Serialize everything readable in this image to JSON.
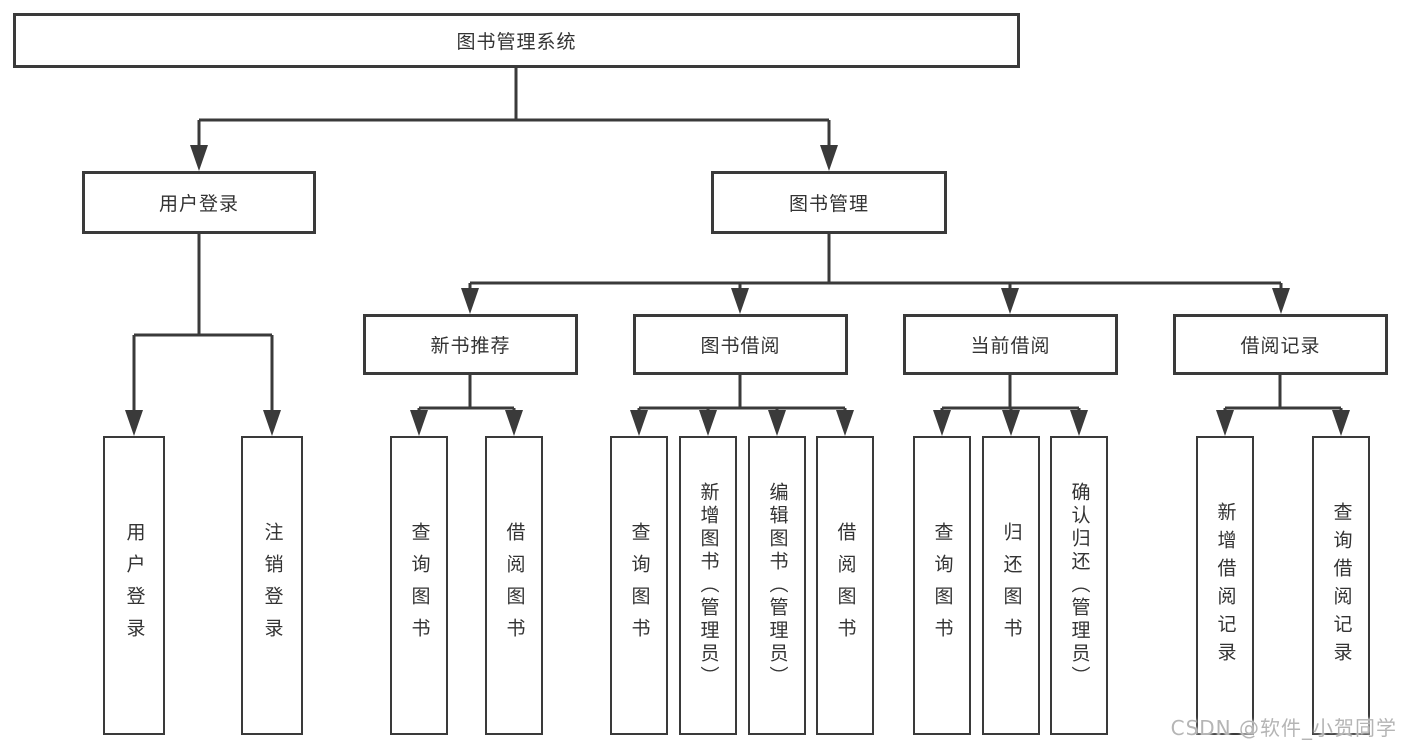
{
  "tree": {
    "root": {
      "label": "图书管理系统",
      "children": [
        {
          "label": "用户登录",
          "children": [
            {
              "label": "用户登录"
            },
            {
              "label": "注销登录"
            }
          ]
        },
        {
          "label": "图书管理",
          "children": [
            {
              "label": "新书推荐",
              "children": [
                {
                  "label": "查询图书"
                },
                {
                  "label": "借阅图书"
                }
              ]
            },
            {
              "label": "图书借阅",
              "children": [
                {
                  "label": "查询图书"
                },
                {
                  "label": "新增图书（管理员）"
                },
                {
                  "label": "编辑图书（管理员）"
                },
                {
                  "label": "借阅图书"
                }
              ]
            },
            {
              "label": "当前借阅",
              "children": [
                {
                  "label": "查询图书"
                },
                {
                  "label": "归还图书"
                },
                {
                  "label": "确认归还（管理员）"
                }
              ]
            },
            {
              "label": "借阅记录",
              "children": [
                {
                  "label": "新增借阅记录"
                },
                {
                  "label": "查询借阅记录"
                }
              ]
            }
          ]
        }
      ]
    }
  },
  "watermark": {
    "text": "CSDN @软件_小贺同学"
  },
  "colors": {
    "line": "#3a3a3a",
    "text": "#333333",
    "background": "#ffffff",
    "watermark": "#b5b5b5"
  }
}
